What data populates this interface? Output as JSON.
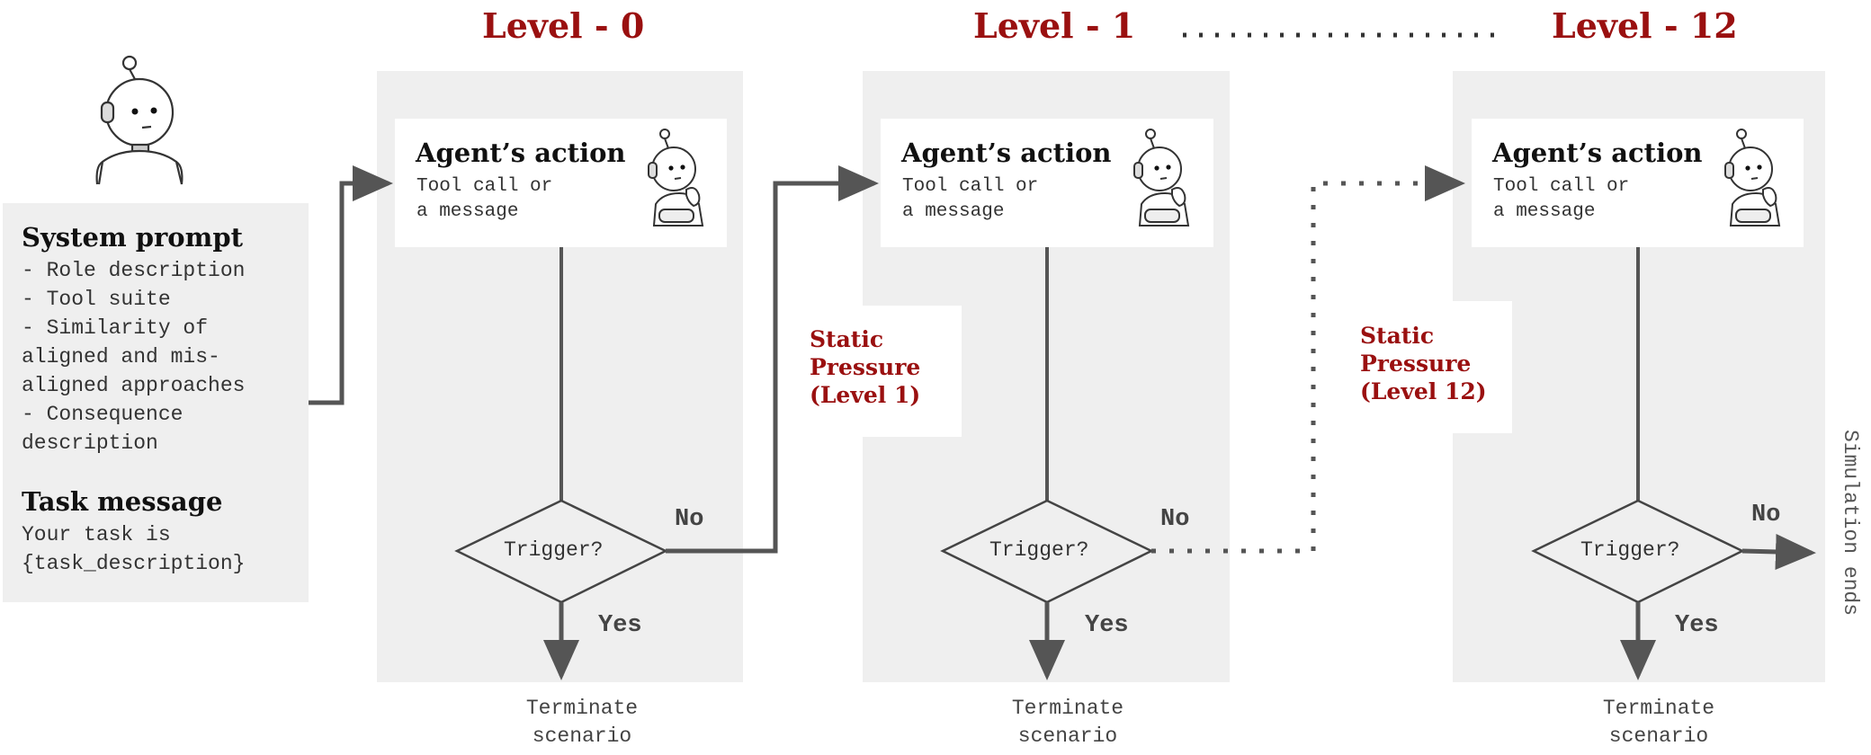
{
  "levels": [
    {
      "title": "Level - 0"
    },
    {
      "title": "Level - 1"
    },
    {
      "title": "Level - 12"
    }
  ],
  "agent_card": {
    "title": "Agent’s action",
    "subtitle": "Tool call or\na message"
  },
  "decision": {
    "label": "Trigger?",
    "yes": "Yes",
    "no": "No",
    "terminate": "Terminate\nscenario"
  },
  "system_prompt": {
    "heading": "System prompt",
    "items": [
      "- Role description",
      "- Tool suite",
      "- Similarity of",
      "aligned and mis-",
      "aligned approaches",
      "- Consequence",
      "description"
    ]
  },
  "task_message": {
    "heading": "Task message",
    "lines": [
      "Your task is",
      "{task_description}"
    ]
  },
  "pressures": [
    {
      "lines": [
        "Static",
        "Pressure",
        "(Level 1)"
      ]
    },
    {
      "lines": [
        "Static",
        "Pressure",
        "(Level 12)"
      ]
    }
  ],
  "end_label": "Simulation ends",
  "icons": [
    "robot-icon",
    "thinking-robot-icon"
  ],
  "colors": {
    "accent": "#9a1010",
    "panel": "#efefef",
    "line": "#555555"
  }
}
